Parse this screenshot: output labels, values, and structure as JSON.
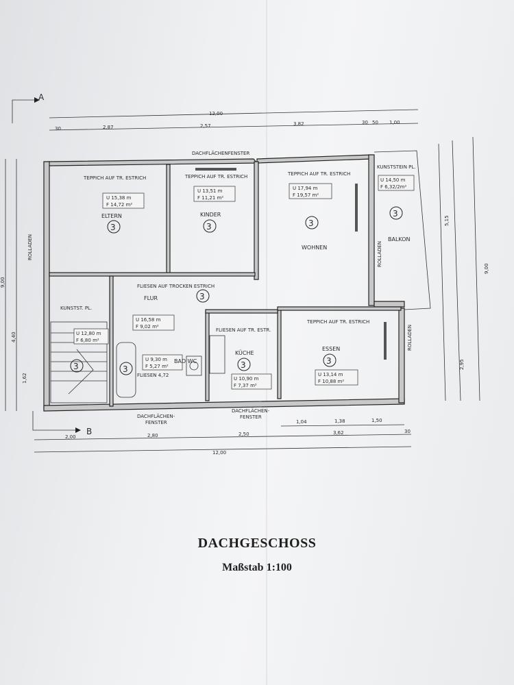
{
  "plan": {
    "section_a": "A",
    "section_b": "B",
    "dims_top": [
      "12,00",
      "30",
      "2,87",
      "2,57",
      "3,82",
      "30",
      "50",
      "1,00"
    ],
    "dims_bottom": [
      "2,00",
      "2,80",
      "2,50",
      "3,62",
      "30",
      "12,00"
    ],
    "dims_bottom_inner": [
      "1,04",
      "1,38",
      "1,50"
    ],
    "dims_left": [
      "9,00",
      "4,40",
      "1,62"
    ],
    "dims_right": [
      "9,00",
      "5,15",
      "2,95"
    ],
    "notes": {
      "dachflaechenfenster_top": "DACHFLÄCHENFENSTER",
      "dachflaechenfenster_bottom_left": "DACHFLÄCHEN-",
      "fenster_bottom_left": "FENSTER",
      "dachflaechenfenster_bottom_right": "DACHFLÄCHEN-",
      "fenster_bottom_right": "FENSTER",
      "rolladen_left": "ROLLADEN",
      "rolladen_right": "ROLLADEN",
      "rolladen_balkon": "ROLLADEN",
      "kunststein_balkon": "KUNSTSTEIN PL.",
      "kunststein_stair": "KUNSTST. PL."
    },
    "rooms": [
      {
        "name": "ELTERN",
        "floor": "TEPPICH AUF TR. ESTRICH",
        "u": "U  15,38 m",
        "f": "F  14,72 m²",
        "level": "3"
      },
      {
        "name": "KINDER",
        "floor": "TEPPICH AUF TR. ESTRICH",
        "u": "U  13,51 m",
        "f": "F  11,21 m²",
        "level": "3"
      },
      {
        "name": "WOHNEN",
        "floor": "TEPPICH AUF TR. ESTRICH",
        "u": "U  17,94 m",
        "f": "F  19,57 m²",
        "level": "3"
      },
      {
        "name": "BALKON",
        "floor": "",
        "u": "U  14,50 m",
        "f": "F  6,32/2m²",
        "level": "3"
      },
      {
        "name": "FLUR",
        "floor": "FLIESEN AUF TROCKEN ESTRICH",
        "u": "U  16,58 m",
        "f": "F  9,02 m²",
        "level": "3"
      },
      {
        "name": "KÜCHE",
        "floor": "FLIESEN AUF TR. ESTR.",
        "u": "U  10,90 m",
        "f": "F  7,37 m²",
        "level": "3"
      },
      {
        "name": "ESSEN",
        "floor": "TEPPICH AUF TR. ESTRICH",
        "u": "U  13,14 m",
        "f": "F  10,88 m²",
        "level": "3"
      },
      {
        "name": "BAD  WC",
        "floor": "FLIESEN 4,72",
        "u": "U  9,30 m",
        "f": "F  5,27 m²",
        "level": "3"
      },
      {
        "name": "",
        "floor": "",
        "u": "U  12,80 m",
        "f": "F  6,80 m²",
        "level": "3"
      }
    ]
  },
  "title": "DACHGESCHOSS",
  "scale": "Maßstab 1:100"
}
